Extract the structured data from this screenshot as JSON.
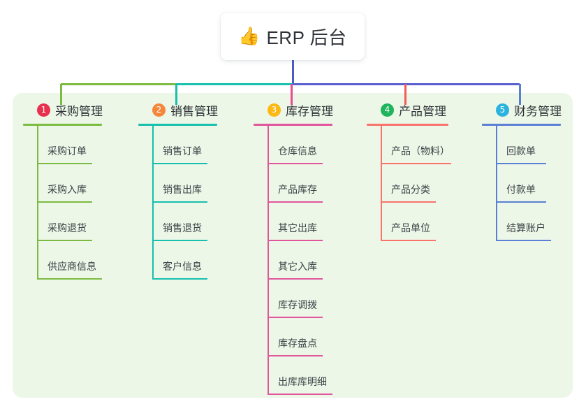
{
  "diagram": {
    "type": "org-tree",
    "root": {
      "icon": "thumbs-up-icon",
      "icon_glyph": "👍",
      "title": "ERP 后台"
    },
    "panel_color": "#edf7e7",
    "branches": [
      {
        "number": "1",
        "title": "采购管理",
        "badge_color": "#e8314f",
        "accent_color": "#7cbb42",
        "connector_color": "#7cbb42",
        "rule_width": 113,
        "header_rule_width": 113,
        "items": [
          {
            "label": "采购订单",
            "rule_width": 79
          },
          {
            "label": "采购入库",
            "rule_width": 79
          },
          {
            "label": "采购退货",
            "rule_width": 79
          },
          {
            "label": "供应商信息",
            "rule_width": 93
          }
        ]
      },
      {
        "number": "2",
        "title": "销售管理",
        "badge_color": "#f5873a",
        "accent_color": "#17bfae",
        "connector_color": "#17bfae",
        "rule_width": 113,
        "header_rule_width": 113,
        "items": [
          {
            "label": "销售订单",
            "rule_width": 79
          },
          {
            "label": "销售出库",
            "rule_width": 79
          },
          {
            "label": "销售退货",
            "rule_width": 79
          },
          {
            "label": "客户信息",
            "rule_width": 79
          }
        ]
      },
      {
        "number": "3",
        "title": "库存管理",
        "badge_color": "#fcb813",
        "accent_color": "#e0559c",
        "connector_color": "#ea4a8f",
        "rule_width": 113,
        "header_rule_width": 113,
        "items": [
          {
            "label": "仓库信息",
            "rule_width": 79
          },
          {
            "label": "产品库存",
            "rule_width": 79
          },
          {
            "label": "其它出库",
            "rule_width": 79
          },
          {
            "label": "其它入库",
            "rule_width": 79
          },
          {
            "label": "库存调拨",
            "rule_width": 79
          },
          {
            "label": "库存盘点",
            "rule_width": 79
          },
          {
            "label": "出库库明细",
            "rule_width": 93
          }
        ]
      },
      {
        "number": "4",
        "title": "产品管理",
        "badge_color": "#21b45c",
        "accent_color": "#f9736b",
        "connector_color": "#f45b52",
        "rule_width": 117,
        "header_rule_width": 117,
        "items": [
          {
            "label": "产品（物料）",
            "rule_width": 101
          },
          {
            "label": "产品分类",
            "rule_width": 79
          },
          {
            "label": "产品单位",
            "rule_width": 79
          }
        ]
      },
      {
        "number": "5",
        "title": "财务管理",
        "badge_color": "#2bb3e0",
        "accent_color": "#5b7fd4",
        "connector_color": "#5a7ed2",
        "rule_width": 113,
        "header_rule_width": 113,
        "items": [
          {
            "label": "回款单",
            "rule_width": 72
          },
          {
            "label": "付款单",
            "rule_width": 72
          },
          {
            "label": "结算账户",
            "rule_width": 79
          }
        ]
      }
    ],
    "trunk": {
      "color": "#4a5bc4",
      "bus_segments": [
        {
          "color": "#7cbb42",
          "from": "branch-1",
          "to": "branch-2"
        },
        {
          "color": "#17bfae",
          "from": "branch-2",
          "to": "branch-3"
        },
        {
          "color": "#5a5fd0",
          "from": "branch-3",
          "to": "branch-5"
        }
      ]
    }
  }
}
